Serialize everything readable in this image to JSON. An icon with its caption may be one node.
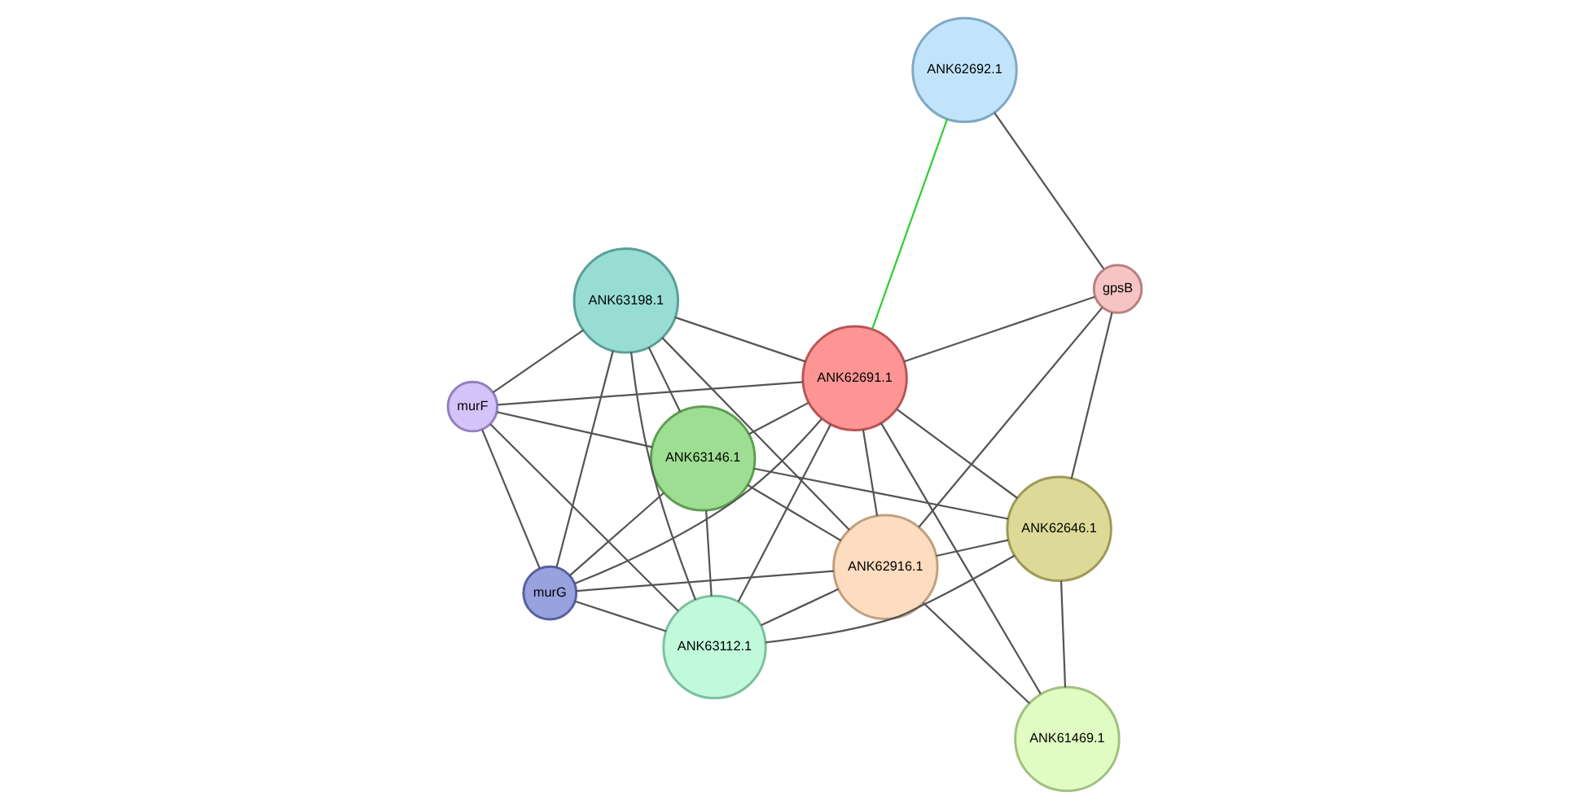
{
  "diagram": {
    "nodes": [
      {
        "text": [
          "ANK63198.1"
        ]
      },
      {
        "text": [
          "murG"
        ]
      },
      {
        "text": [
          "murF"
        ]
      },
      {
        "text": [
          "ANK62692.1"
        ]
      },
      {
        "text": [
          "ANK62691.1"
        ]
      },
      {
        "text": [
          "ANK63146.1"
        ]
      },
      {
        "text": [
          "ANK62916.1"
        ]
      },
      {
        "text": [
          "gpsB"
        ]
      },
      {
        "text": [
          "ANK63112.1"
        ]
      },
      {
        "text": [
          "ANK62646.1"
        ]
      },
      {
        "text": [
          "ANK61469.1"
        ]
      }
    ],
    "edges": [
      {
        "from": 0,
        "to": 1,
        "arrow": "none"
      },
      {
        "from": 0,
        "to": 2,
        "arrow": "none"
      },
      {
        "from": 0,
        "to": 4,
        "arrow": "none"
      },
      {
        "from": 0,
        "to": 5,
        "arrow": "none"
      },
      {
        "from": 0,
        "to": 6,
        "arrow": "none"
      },
      {
        "from": 0,
        "to": 8,
        "arrow": "none"
      },
      {
        "from": 1,
        "to": 2,
        "arrow": "none"
      },
      {
        "from": 1,
        "to": 4,
        "arrow": "none"
      },
      {
        "from": 1,
        "to": 5,
        "arrow": "none"
      },
      {
        "from": 1,
        "to": 6,
        "arrow": "none"
      },
      {
        "from": 1,
        "to": 8,
        "arrow": "none"
      },
      {
        "from": 2,
        "to": 4,
        "arrow": "none"
      },
      {
        "from": 2,
        "to": 5,
        "arrow": "none"
      },
      {
        "from": 2,
        "to": 8,
        "arrow": "none"
      },
      {
        "from": 3,
        "to": 4,
        "arrow": "none",
        "color": "#33cc33"
      },
      {
        "from": 3,
        "to": 7,
        "arrow": "none"
      },
      {
        "from": 4,
        "to": 5,
        "arrow": "none"
      },
      {
        "from": 4,
        "to": 6,
        "arrow": "none"
      },
      {
        "from": 4,
        "to": 7,
        "arrow": "none"
      },
      {
        "from": 4,
        "to": 8,
        "arrow": "none"
      },
      {
        "from": 4,
        "to": 9,
        "arrow": "none"
      },
      {
        "from": 4,
        "to": 10,
        "arrow": "none"
      },
      {
        "from": 5,
        "to": 6,
        "arrow": "none"
      },
      {
        "from": 5,
        "to": 8,
        "arrow": "none"
      },
      {
        "from": 5,
        "to": 9,
        "arrow": "none"
      },
      {
        "from": 6,
        "to": 7,
        "arrow": "none"
      },
      {
        "from": 6,
        "to": 8,
        "arrow": "none"
      },
      {
        "from": 6,
        "to": 9,
        "arrow": "none"
      },
      {
        "from": 6,
        "to": 10,
        "arrow": "none"
      },
      {
        "from": 7,
        "to": 9,
        "arrow": "none"
      },
      {
        "from": 8,
        "to": 9,
        "arrow": "none"
      },
      {
        "from": 9,
        "to": 10,
        "arrow": "none"
      }
    ]
  }
}
